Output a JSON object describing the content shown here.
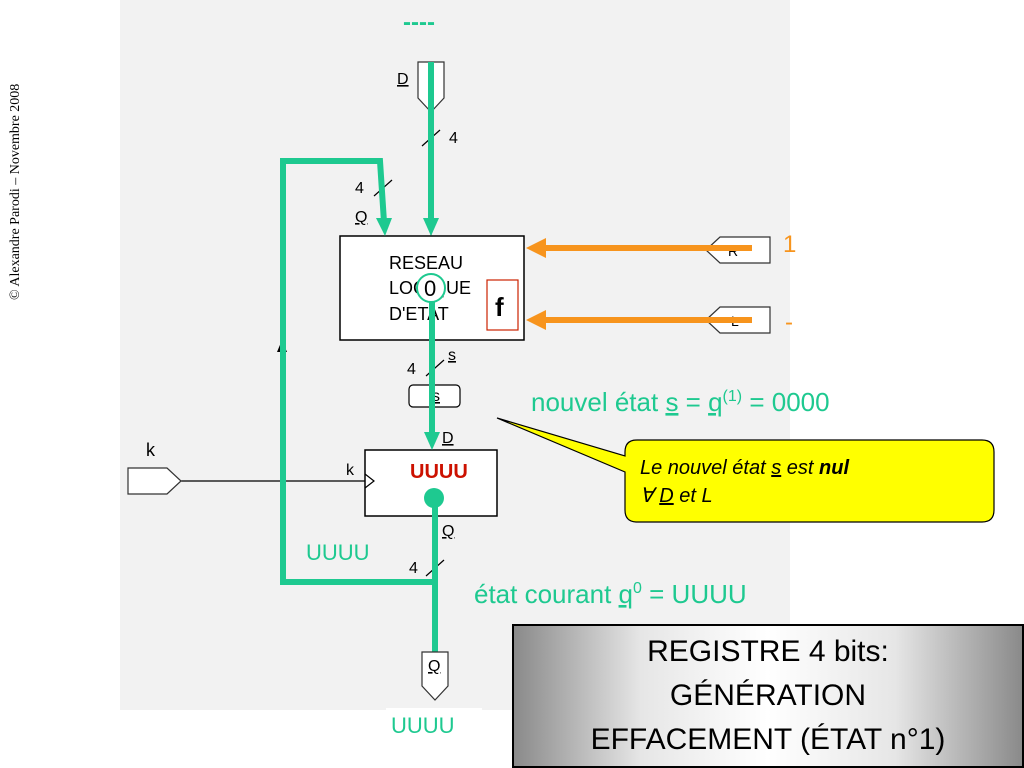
{
  "copyright": "© Alexandre Parodi – Novembre 2008",
  "top_value": "----",
  "inputs": {
    "D": "D",
    "R": "R",
    "L": "L",
    "k": "k"
  },
  "input_values": {
    "R": "1",
    "L": "-"
  },
  "bus_width": "4",
  "network_block": {
    "line1": "RESEAU",
    "line2": "LOGIQUE",
    "line3": "D'ETAT",
    "function_label": "f",
    "state_marker": "0"
  },
  "signals": {
    "Q_feedback": "Q",
    "s_out": "s",
    "s_box": "s",
    "D_reg": "D",
    "k_reg": "k",
    "Q_reg": "Q",
    "Q_out": "Q"
  },
  "register": {
    "content": "UUUU"
  },
  "values": {
    "feedback": "UUUU",
    "output": "UUUU"
  },
  "annotations": {
    "new_state_prefix": "nouvel état ",
    "new_state_s": "s",
    "new_state_eq": " = ",
    "new_state_q": "q",
    "new_state_sup": "(1)",
    "new_state_value": " = 0000",
    "current_state_prefix": "état courant ",
    "current_state_q": "q",
    "current_state_sup": "0",
    "current_state_value": " = UUUU"
  },
  "callout": {
    "line1_a": "Le nouvel état ",
    "line1_s": "s",
    "line1_b": " est ",
    "line1_bold": "nul",
    "line2_forall": "∀ ",
    "line2_D": "D",
    "line2_rest": " et L"
  },
  "title": {
    "line1": "REGISTRE 4 bits:",
    "line2": "GÉNÉRATION",
    "line3": "EFFACEMENT (ÉTAT n°1)"
  },
  "colors": {
    "green": "#1ec990",
    "orange": "#f7941d",
    "callout_fill": "#ffff00",
    "f_box": "#cc2200"
  }
}
